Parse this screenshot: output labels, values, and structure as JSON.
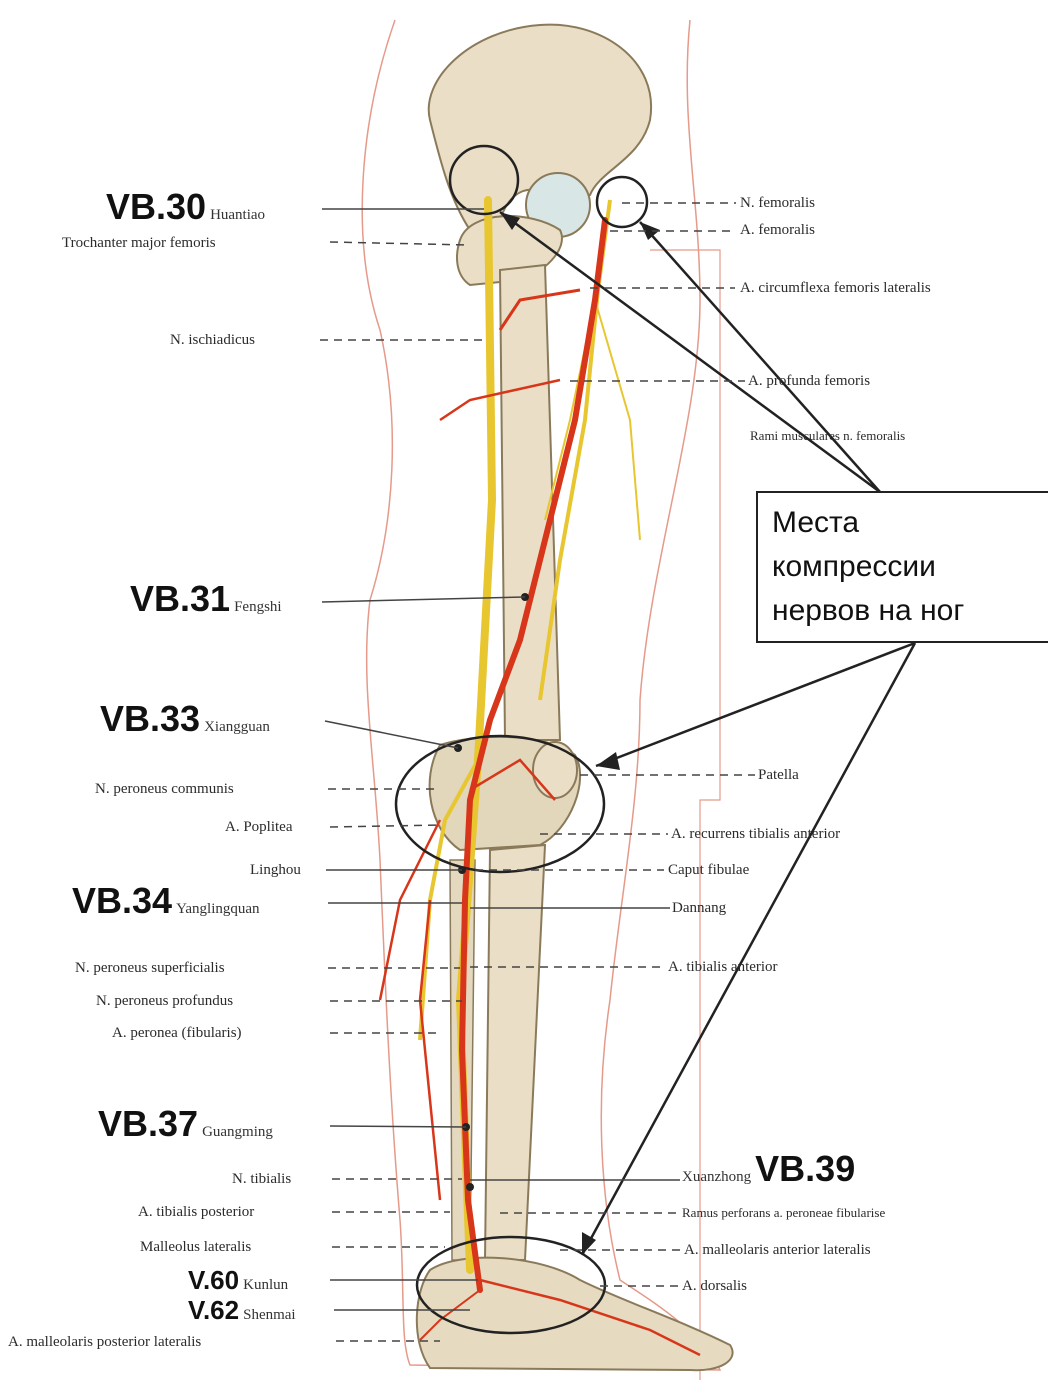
{
  "acupoints": {
    "vb30": {
      "code": "VB.30",
      "name": "Huantiao"
    },
    "vb31": {
      "code": "VB.31",
      "name": "Fengshi"
    },
    "vb33": {
      "code": "VB.33",
      "name": "Xiangguan"
    },
    "vb34": {
      "code": "VB.34",
      "name": "Yanglingquan"
    },
    "vb37": {
      "code": "VB.37",
      "name": "Guangming"
    },
    "vb39": {
      "code": "VB.39",
      "name": "Xuanzhong"
    },
    "v60": {
      "code": "V.60",
      "name": "Kunlun"
    },
    "v62": {
      "code": "V.62",
      "name": "Shenmai"
    }
  },
  "left_labels": {
    "trochanter": "Trochanter major femoris",
    "ischiadicus": "N. ischiadicus",
    "peroneus_communis": "N. peroneus communis",
    "poplitea": "A. Poplitea",
    "linghou": "Linghou",
    "peroneus_superficialis": "N. peroneus superficialis",
    "peroneus_profundus": "N. peroneus profundus",
    "peronea": "A. peronea (fibularis)",
    "tibialis_n": "N. tibialis",
    "tibialis_posterior": "A. tibialis posterior",
    "malleolus_lateralis": "Malleolus lateralis",
    "malleolaris_posterior": "A. malleolaris posterior lateralis"
  },
  "right_labels": {
    "femoralis_n": "N. femoralis",
    "femoralis_a": "A. femoralis",
    "circumflexa": "A. circumflexa femoris lateralis",
    "profunda": "A. profunda femoris",
    "rami": "Rami musculares n. femoralis",
    "patella": "Patella",
    "recurrens": "A. recurrens tibialis anterior",
    "caput": "Caput fibulae",
    "dannang": "Dannang",
    "tibialis_anterior": "A. tibialis anterior",
    "ramus_perforans": "Ramus perforans a. peroneae fibularise",
    "malleolaris_anterior": "A. malleolaris anterior lateralis",
    "dorsalis": "A. dorsalis"
  },
  "callout": {
    "line1": "Места",
    "line2": "компрессии",
    "line3": "нервов на ног"
  },
  "colors": {
    "bone": "#eadfc6",
    "bone_shadow": "#c9b99a",
    "nerve": "#e8c630",
    "artery": "#d8361a",
    "skin_outline": "#e59a8a",
    "circle": "#222222"
  }
}
